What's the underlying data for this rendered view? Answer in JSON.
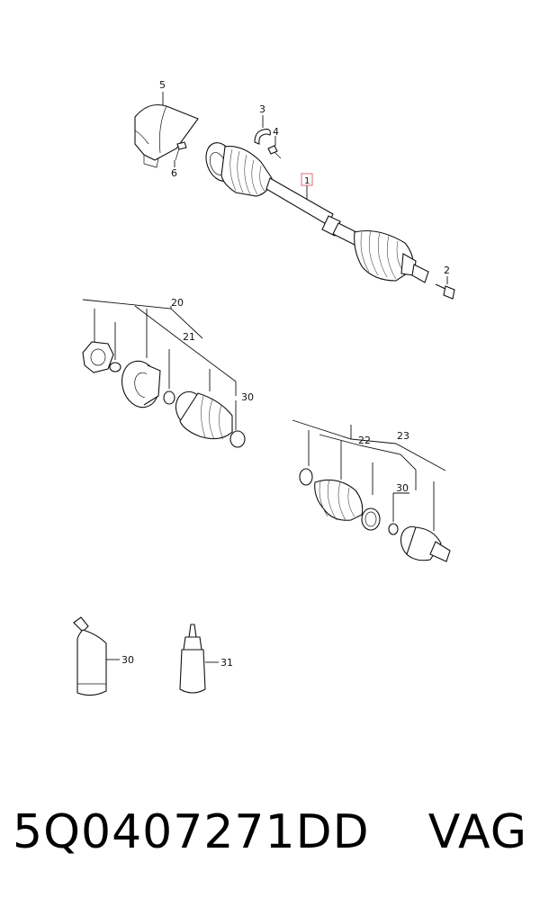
{
  "callouts": {
    "c1": "1",
    "c2": "2",
    "c3": "3",
    "c4": "4",
    "c5": "5",
    "c6": "6",
    "c20": "20",
    "c21": "21",
    "c30a": "30",
    "c22": "22",
    "c23": "23",
    "c30b": "30",
    "c30c": "30",
    "c31": "31"
  },
  "footer": {
    "part_number": "5Q0407271DD",
    "brand": "VAG"
  },
  "colors": {
    "line": "#111111",
    "highlight": "#e06a7a"
  }
}
